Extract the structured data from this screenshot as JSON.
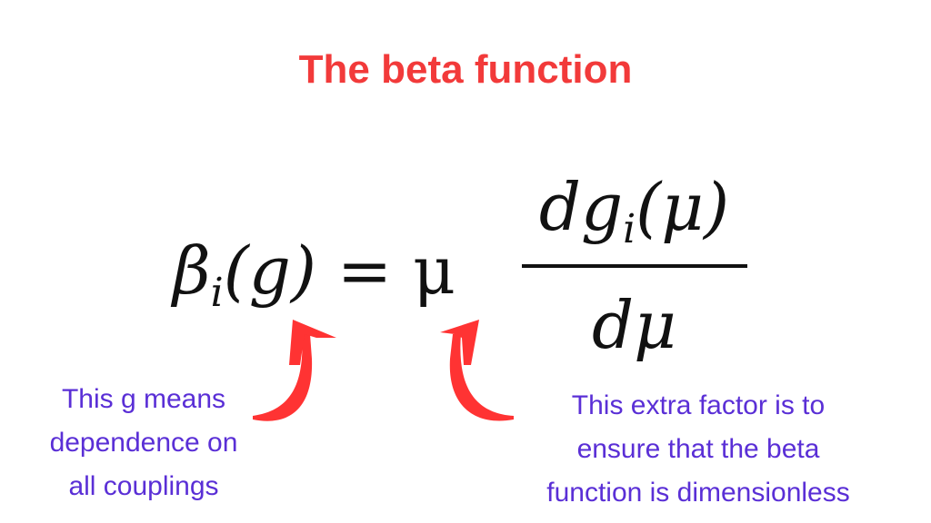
{
  "title": "The beta function",
  "equation": {
    "beta": "β",
    "sub_i": "i",
    "lhs_arg": "(g)",
    "equals": " = μ",
    "num_d": "dg",
    "num_sub": "i",
    "num_arg": "(μ)",
    "den": "dμ"
  },
  "annotations": {
    "left": [
      "This g means",
      "dependence on",
      "all couplings"
    ],
    "right": [
      "This extra factor is to",
      "ensure that the beta",
      "function is dimensionless"
    ]
  },
  "colors": {
    "title": "#f23a3a",
    "arrow": "#ff3333",
    "annotation": "#5a2fd6"
  }
}
